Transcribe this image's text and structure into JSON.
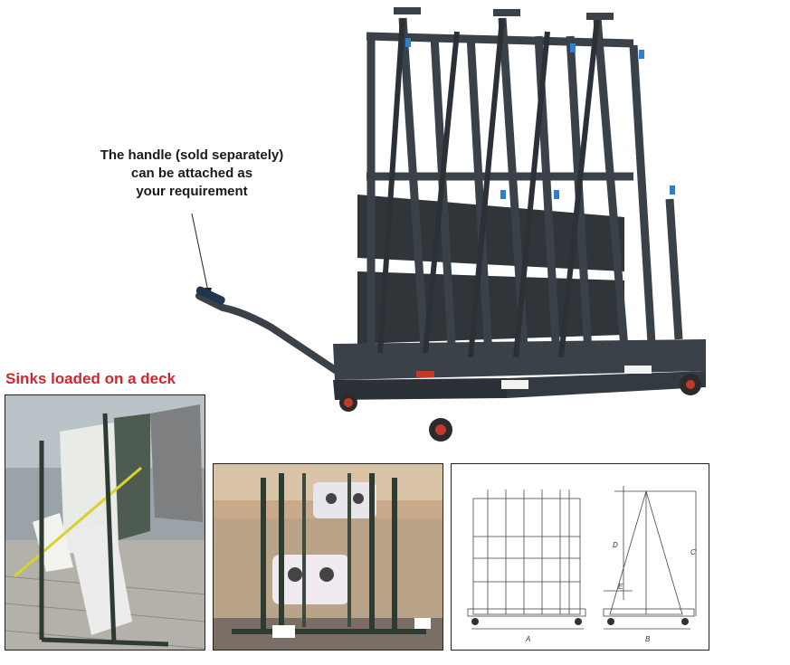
{
  "callout": {
    "line1": "The handle (sold separately)",
    "line2": "can be attached as",
    "line3": "your requirement"
  },
  "caption": {
    "text": "Sinks loaded on a deck",
    "color": "#d3262b"
  },
  "drawing": {
    "labels": {
      "a": "A",
      "b": "B",
      "c": "C",
      "d": "D",
      "e": "E"
    }
  },
  "colors": {
    "frame": "#3a4148",
    "frame_dark": "#2b3137",
    "caster": "#c0392b",
    "clamp": "#2f7fd0"
  }
}
